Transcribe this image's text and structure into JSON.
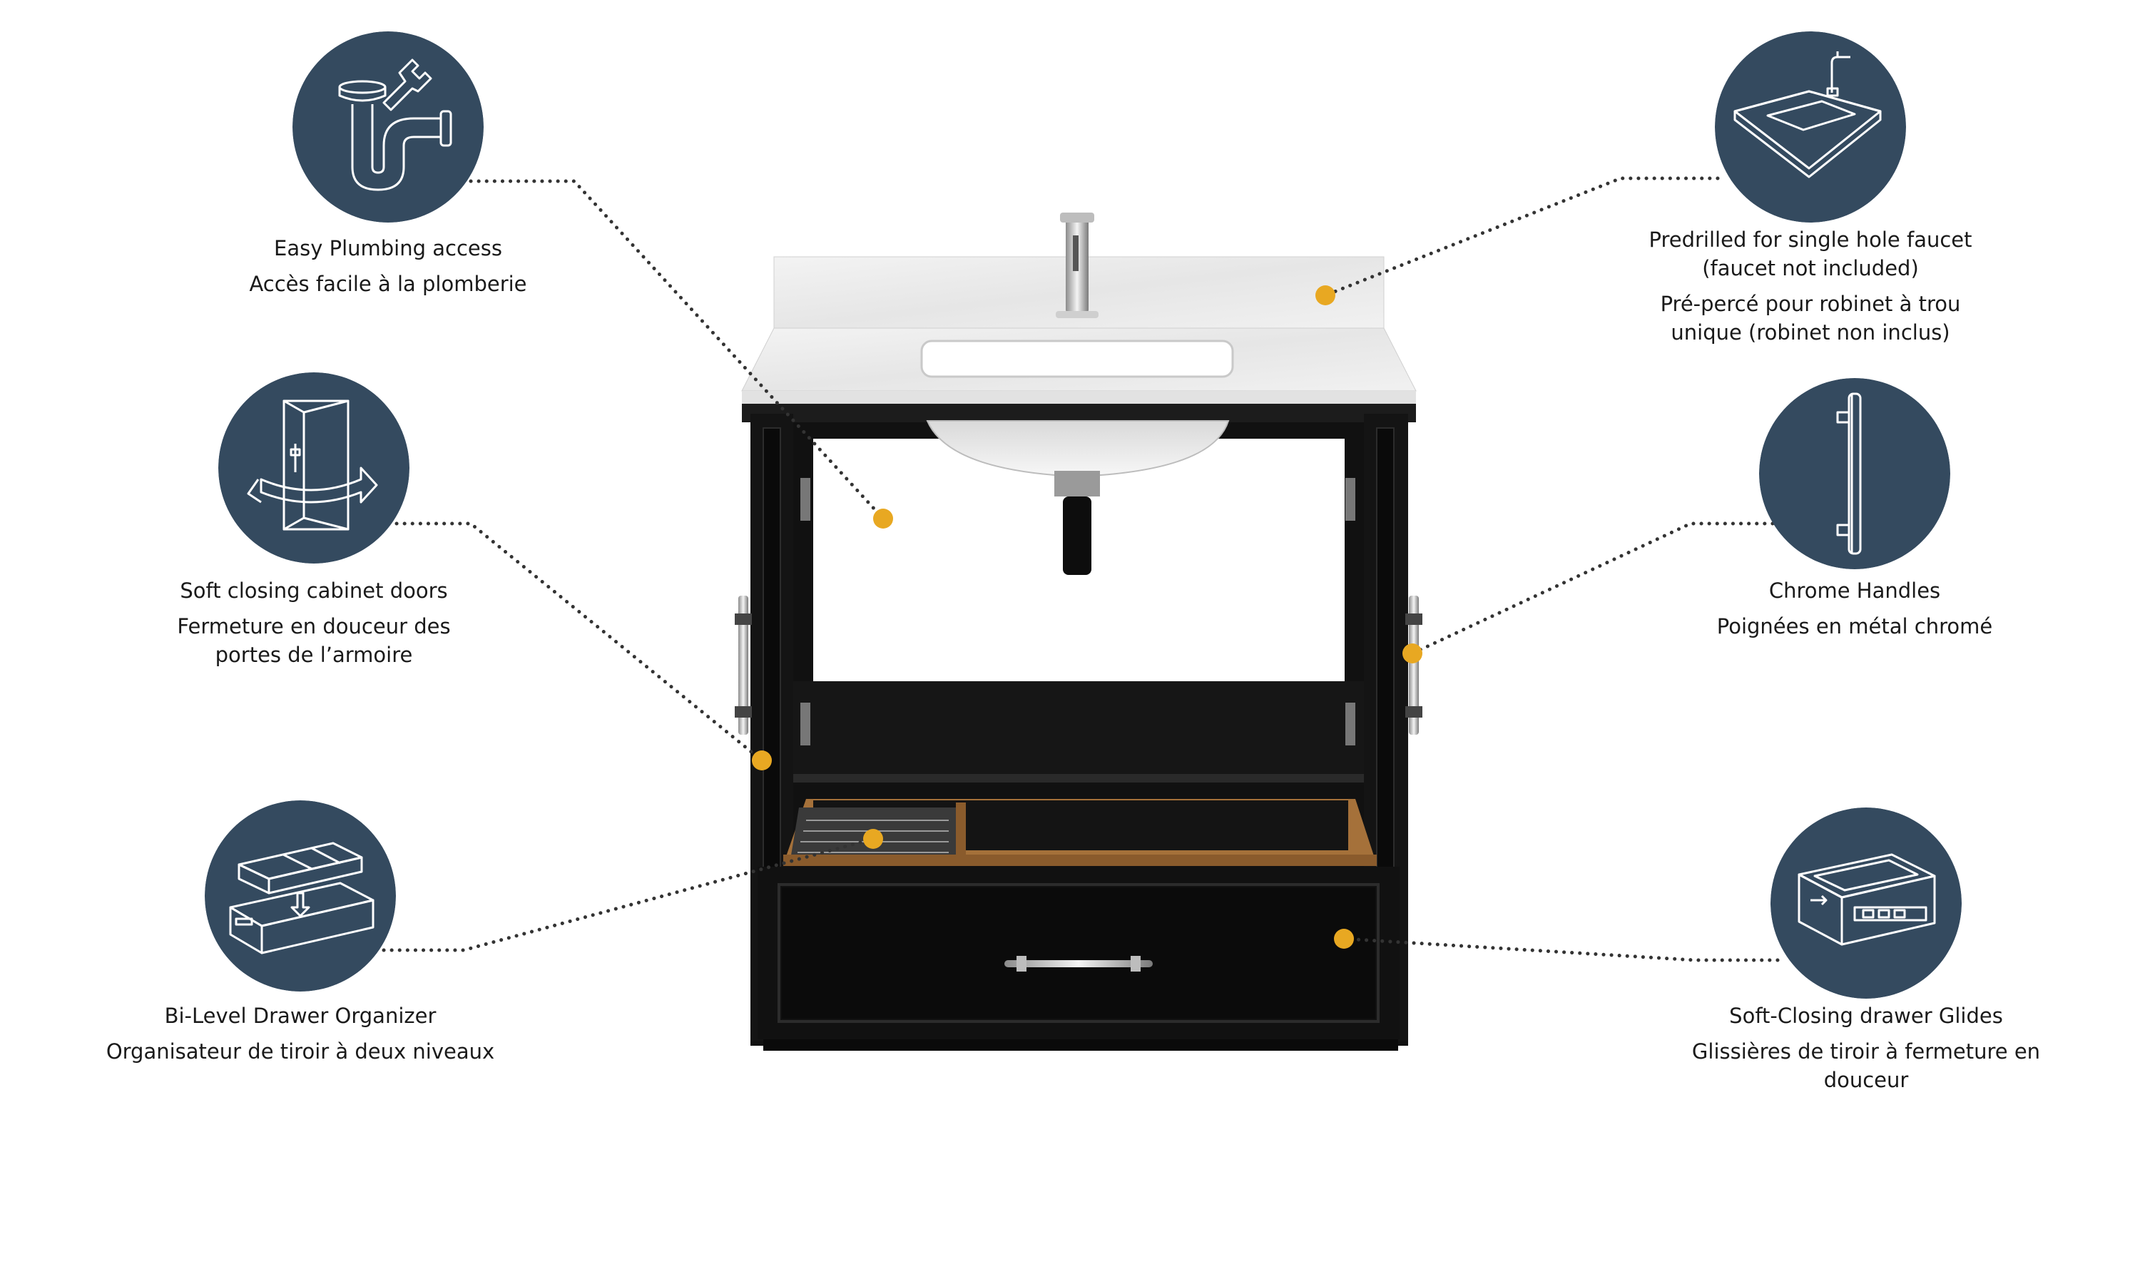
{
  "colors": {
    "circle": "#344A5F",
    "icon_stroke": "#FFFFFF",
    "dot": "#E8A822",
    "line": "#333333",
    "cabinet": "#111111",
    "countertop": "#ECECEC",
    "wood": "#A5713A"
  },
  "features": [
    {
      "id": "plumbing",
      "icon": "p-trap-wrench-icon",
      "en": "Easy Plumbing access",
      "fr": "Accès facile à la plomberie"
    },
    {
      "id": "doors",
      "icon": "soft-close-door-icon",
      "en": "Soft closing cabinet doors",
      "fr": "Fermeture en douceur des\nportes de l’armoire"
    },
    {
      "id": "organizer",
      "icon": "drawer-organizer-icon",
      "en": "Bi-Level Drawer Organizer",
      "fr": "Organisateur de tiroir à deux niveaux"
    },
    {
      "id": "faucet",
      "icon": "countertop-faucet-icon",
      "en": "Predrilled for single hole faucet\n(faucet not included)",
      "fr": "Pré-percé pour robinet à trou\nunique (robinet non inclus)"
    },
    {
      "id": "handles",
      "icon": "bar-handle-icon",
      "en": "Chrome Handles",
      "fr": "Poignées en métal chromé"
    },
    {
      "id": "glides",
      "icon": "drawer-glide-icon",
      "en": "Soft-Closing drawer Glides",
      "fr": "Glissières de tiroir à fermeture en\ndouceur"
    }
  ]
}
